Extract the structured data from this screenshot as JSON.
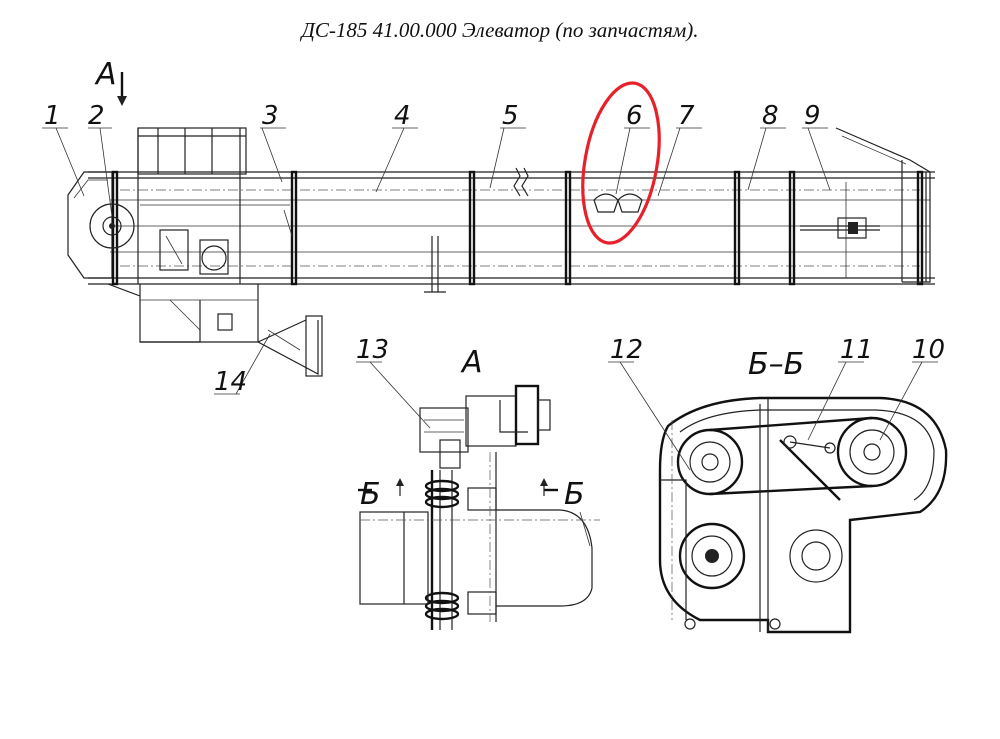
{
  "title": "ДС-185 41.00.000  Элеватор (по запчастям).",
  "callouts": [
    "1",
    "2",
    "3",
    "4",
    "5",
    "6",
    "7",
    "8",
    "9",
    "10",
    "11",
    "12",
    "13",
    "14"
  ],
  "view_labels": {
    "a_marker": "A",
    "view_a": "A",
    "section_bb": "Б–Б",
    "cut_left": "Б",
    "cut_right": "Б"
  },
  "highlight": {
    "target": "6",
    "color": "#e8202a"
  }
}
